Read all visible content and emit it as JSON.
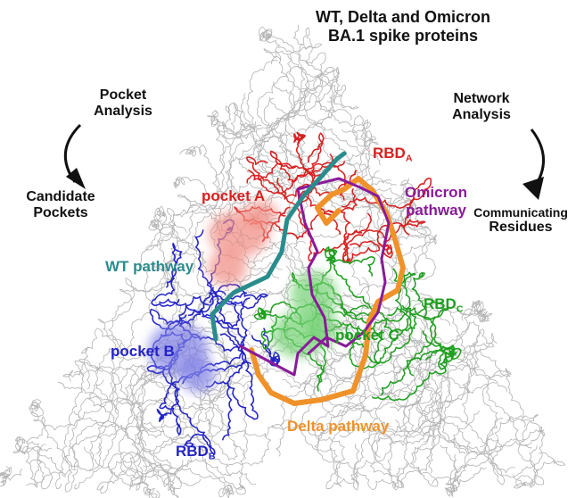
{
  "title": {
    "line1": "WT, Delta and Omicron",
    "line2": "BA.1 spike proteins"
  },
  "left_flow": {
    "top_line1": "Pocket",
    "top_line2": "Analysis",
    "bottom_line1": "Candidate",
    "bottom_line2": "Pockets"
  },
  "right_flow": {
    "top_line1": "Network",
    "top_line2": "Analysis",
    "bottom_line1": "Communicating",
    "bottom_line2": "Residues"
  },
  "labels": {
    "rbd_a": {
      "main": "RBD",
      "sub": "A"
    },
    "rbd_b": {
      "main": "RBD",
      "sub": "B"
    },
    "rbd_c": {
      "main": "RBD",
      "sub": "C"
    },
    "pocket_a": "pocket A",
    "pocket_b": "pocket B",
    "pocket_c": "pocket C",
    "wt_pathway": "WT pathway",
    "delta_pathway": "Delta pathway",
    "omicron_pathway_line1": "Omicron",
    "omicron_pathway_line2": "pathway"
  },
  "colors": {
    "rbd_a": "#d92020",
    "rbd_b": "#2323c8",
    "rbd_c": "#1ea01e",
    "wt_pathway": "#2a8c8c",
    "delta_pathway": "#f0922a",
    "omicron_pathway": "#8a1a9a",
    "pocket_a": "#f08a80",
    "pocket_b": "#7f7fe6",
    "pocket_c": "#6fd06f",
    "backbone": "#9a9a9a",
    "text": "#111111"
  }
}
